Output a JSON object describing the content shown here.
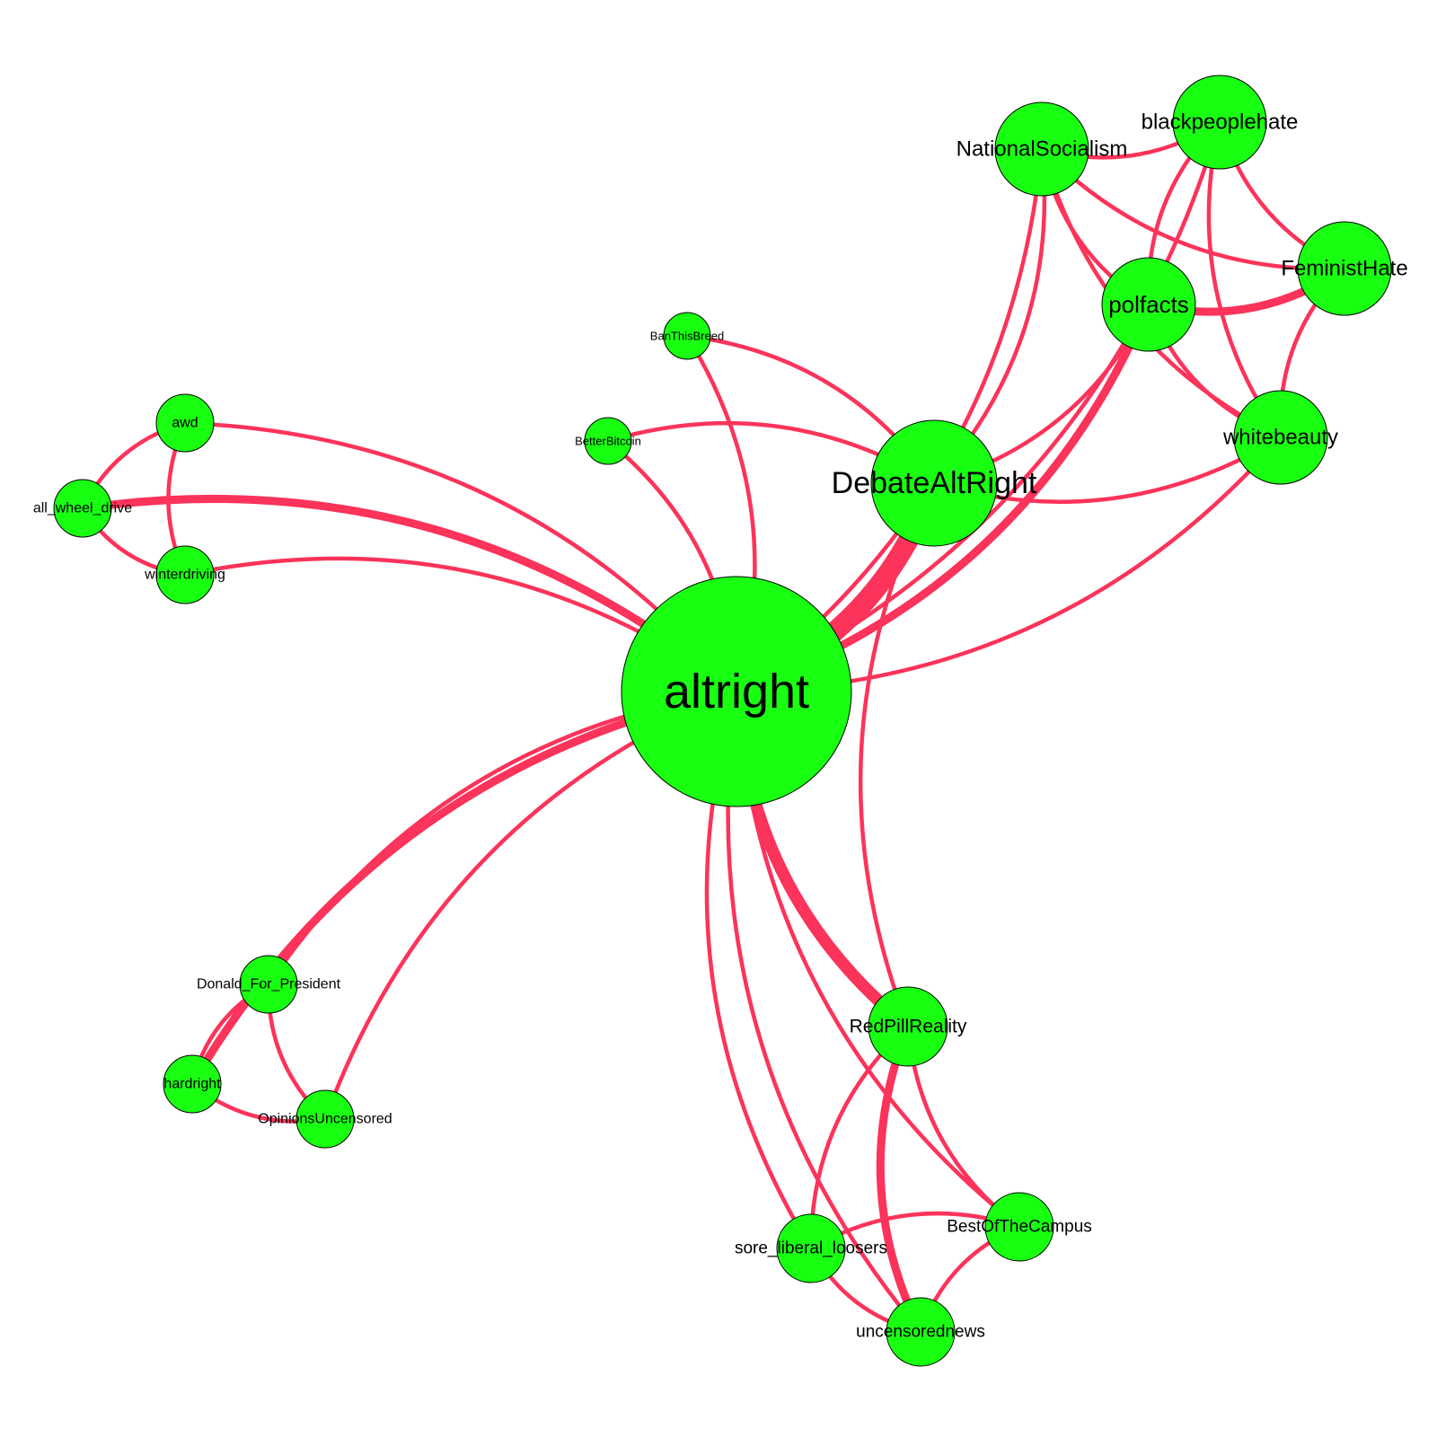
{
  "colors": {
    "node_fill": "#19ff12",
    "node_stroke": "#000000",
    "edge": "#fc335a",
    "background": "#ffffff"
  },
  "nodes": [
    {
      "id": "altright",
      "label": "altright"
    },
    {
      "id": "DebateAltRight",
      "label": "DebateAltRight"
    },
    {
      "id": "NationalSocialism",
      "label": "NationalSocialism"
    },
    {
      "id": "blackpeoplehate",
      "label": "blackpeoplehate"
    },
    {
      "id": "FeministHate",
      "label": "FeministHate"
    },
    {
      "id": "polfacts",
      "label": "polfacts"
    },
    {
      "id": "whitebeauty",
      "label": "whitebeauty"
    },
    {
      "id": "BanThisBreed",
      "label": "BanThisBreed"
    },
    {
      "id": "BetterBitcoin",
      "label": "BetterBitcoin"
    },
    {
      "id": "awd",
      "label": "awd"
    },
    {
      "id": "all_wheel_drive",
      "label": "all_wheel_drive"
    },
    {
      "id": "winterdriving",
      "label": "winterdriving"
    },
    {
      "id": "Donald_For_President",
      "label": "Donald_For_President"
    },
    {
      "id": "hardright",
      "label": "hardright"
    },
    {
      "id": "OpinionsUncensored",
      "label": "OpinionsUncensored"
    },
    {
      "id": "RedPillReality",
      "label": "RedPillReality"
    },
    {
      "id": "BestOfTheCampus",
      "label": "BestOfTheCampus"
    },
    {
      "id": "sore_liberal_loosers",
      "label": "sore_liberal_loosers"
    },
    {
      "id": "uncensorednews",
      "label": "uncensorednews"
    }
  ],
  "edges": [
    {
      "source": "altright",
      "target": "DebateAltRight",
      "weight": 5
    },
    {
      "source": "altright",
      "target": "polfacts",
      "weight": 2
    },
    {
      "source": "altright",
      "target": "NationalSocialism",
      "weight": 1
    },
    {
      "source": "altright",
      "target": "blackpeoplehate",
      "weight": 1
    },
    {
      "source": "altright",
      "target": "whitebeauty",
      "weight": 1
    },
    {
      "source": "altright",
      "target": "BanThisBreed",
      "weight": 1
    },
    {
      "source": "altright",
      "target": "BetterBitcoin",
      "weight": 1
    },
    {
      "source": "altright",
      "target": "awd",
      "weight": 1
    },
    {
      "source": "altright",
      "target": "all_wheel_drive",
      "weight": 2
    },
    {
      "source": "altright",
      "target": "winterdriving",
      "weight": 1
    },
    {
      "source": "altright",
      "target": "Donald_For_President",
      "weight": 1
    },
    {
      "source": "altright",
      "target": "hardright",
      "weight": 2
    },
    {
      "source": "altright",
      "target": "OpinionsUncensored",
      "weight": 1
    },
    {
      "source": "altright",
      "target": "RedPillReality",
      "weight": 3
    },
    {
      "source": "altright",
      "target": "BestOfTheCampus",
      "weight": 1
    },
    {
      "source": "altright",
      "target": "sore_liberal_loosers",
      "weight": 1
    },
    {
      "source": "altright",
      "target": "uncensorednews",
      "weight": 1
    },
    {
      "source": "DebateAltRight",
      "target": "polfacts",
      "weight": 1
    },
    {
      "source": "DebateAltRight",
      "target": "NationalSocialism",
      "weight": 1
    },
    {
      "source": "DebateAltRight",
      "target": "whitebeauty",
      "weight": 1
    },
    {
      "source": "DebateAltRight",
      "target": "BanThisBreed",
      "weight": 1
    },
    {
      "source": "DebateAltRight",
      "target": "BetterBitcoin",
      "weight": 1
    },
    {
      "source": "DebateAltRight",
      "target": "RedPillReality",
      "weight": 1
    },
    {
      "source": "NationalSocialism",
      "target": "blackpeoplehate",
      "weight": 1
    },
    {
      "source": "NationalSocialism",
      "target": "FeministHate",
      "weight": 1
    },
    {
      "source": "NationalSocialism",
      "target": "polfacts",
      "weight": 1
    },
    {
      "source": "NationalSocialism",
      "target": "whitebeauty",
      "weight": 1
    },
    {
      "source": "blackpeoplehate",
      "target": "FeministHate",
      "weight": 1
    },
    {
      "source": "blackpeoplehate",
      "target": "polfacts",
      "weight": 1
    },
    {
      "source": "blackpeoplehate",
      "target": "whitebeauty",
      "weight": 1
    },
    {
      "source": "polfacts",
      "target": "FeministHate",
      "weight": 2
    },
    {
      "source": "polfacts",
      "target": "whitebeauty",
      "weight": 1
    },
    {
      "source": "FeministHate",
      "target": "whitebeauty",
      "weight": 1
    },
    {
      "source": "awd",
      "target": "all_wheel_drive",
      "weight": 1
    },
    {
      "source": "awd",
      "target": "winterdriving",
      "weight": 1
    },
    {
      "source": "all_wheel_drive",
      "target": "winterdriving",
      "weight": 1
    },
    {
      "source": "Donald_For_President",
      "target": "hardright",
      "weight": 1
    },
    {
      "source": "Donald_For_President",
      "target": "OpinionsUncensored",
      "weight": 1
    },
    {
      "source": "hardright",
      "target": "OpinionsUncensored",
      "weight": 1
    },
    {
      "source": "RedPillReality",
      "target": "sore_liberal_loosers",
      "weight": 1
    },
    {
      "source": "RedPillReality",
      "target": "BestOfTheCampus",
      "weight": 1
    },
    {
      "source": "RedPillReality",
      "target": "uncensorednews",
      "weight": 2
    },
    {
      "source": "BestOfTheCampus",
      "target": "sore_liberal_loosers",
      "weight": 1
    },
    {
      "source": "BestOfTheCampus",
      "target": "uncensorednews",
      "weight": 1
    },
    {
      "source": "sore_liberal_loosers",
      "target": "uncensorednews",
      "weight": 1
    }
  ]
}
